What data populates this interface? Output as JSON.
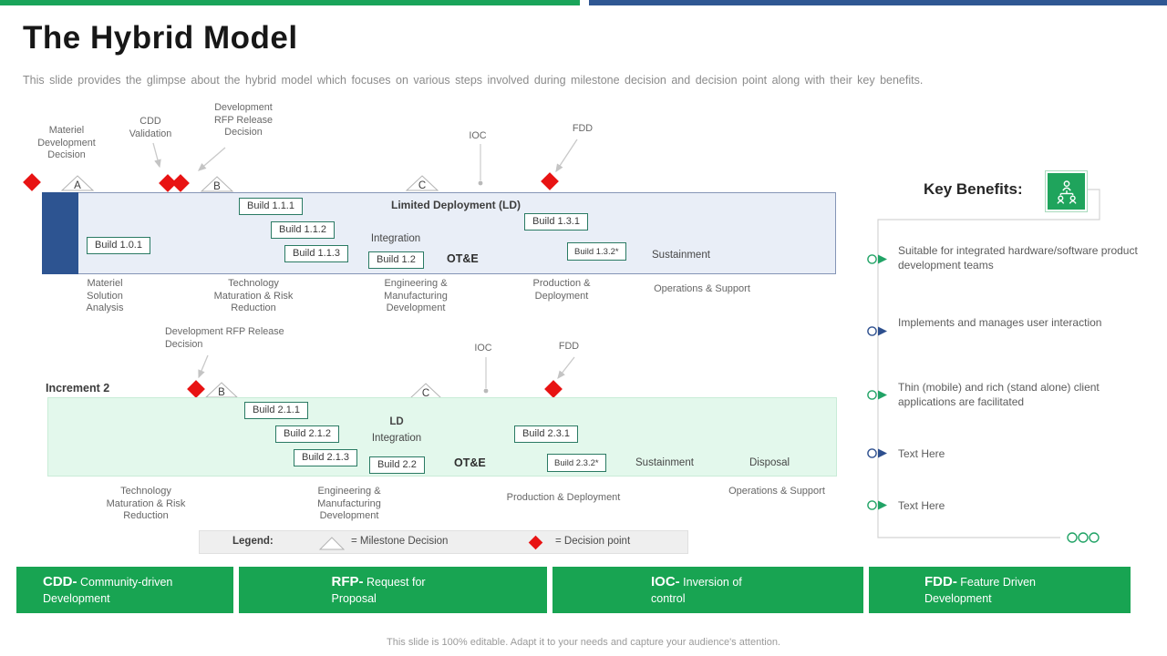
{
  "header": {
    "title": "The Hybrid Model",
    "subtitle": "This slide provides the glimpse about the hybrid model which focuses on various steps involved during milestone decision and decision point along with their key benefits."
  },
  "increment1": {
    "labels": {
      "mdd": "Materiel Development Decision",
      "cdd_validation": "CDD Validation",
      "dev_rfp": "Development RFP Release Decision",
      "ioc": "IOC",
      "fdd": "FDD"
    },
    "gates": [
      "A",
      "B",
      "C"
    ],
    "band_title": "Limited Deployment (LD)",
    "integration": "Integration",
    "ote": "OT&E",
    "sustainment": "Sustainment",
    "builds": [
      "Build 1.0.1",
      "Build 1.1.1",
      "Build 1.1.2",
      "Build 1.1.3",
      "Build 1.2",
      "Build 1.3.1",
      "Build 1.3.2*"
    ],
    "phases": [
      "Materiel Solution Analysis",
      "Technology Maturation & Risk Reduction",
      "Engineering & Manufacturing Development",
      "Production & Deployment",
      "Operations & Support"
    ]
  },
  "increment2": {
    "title": "Increment 2",
    "labels": {
      "dev_rfp": "Development RFP Release Decision",
      "ioc": "IOC",
      "fdd": "FDD"
    },
    "gates": [
      "B",
      "C"
    ],
    "ld": "LD",
    "integration": "Integration",
    "ote": "OT&E",
    "sustainment": "Sustainment",
    "disposal": "Disposal",
    "builds": [
      "Build 2.1.1",
      "Build 2.1.2",
      "Build 2.1.3",
      "Build 2.2",
      "Build 2.3.1",
      "Build 2.3.2*"
    ],
    "phases": [
      "Technology Maturation & Risk Reduction",
      "Engineering & Manufacturing Development",
      "Production & Deployment",
      "Operations & Support"
    ]
  },
  "legend": {
    "title": "Legend:",
    "milestone": "= Milestone Decision",
    "decision_point": "= Decision point"
  },
  "key_benefits": {
    "title": "Key Benefits:",
    "items": [
      {
        "text": "Suitable for integrated hardware/software product development teams",
        "color": "#21a366"
      },
      {
        "text": "Implements and manages user interaction",
        "color": "#2d4f8e"
      },
      {
        "text": "Thin (mobile) and rich (stand alone) client applications are facilitated",
        "color": "#21a366"
      },
      {
        "text": "Text Here",
        "color": "#2d4f8e"
      },
      {
        "text": "Text Here",
        "color": "#21a366"
      }
    ]
  },
  "definitions": [
    {
      "acronym": "CDD-",
      "text": " Community-driven Development"
    },
    {
      "acronym": "RFP-",
      "text": " Request for Proposal"
    },
    {
      "acronym": "IOC-",
      "text": " Inversion of control"
    },
    {
      "acronym": "FDD-",
      "text": " Feature Driven Development"
    }
  ],
  "footer": "This slide is 100% editable.  Adapt it to your needs and capture your audience's attention.",
  "colors": {
    "accent_green": "#1aa45a",
    "accent_navy": "#2f5793",
    "decision_red": "#e81313"
  }
}
